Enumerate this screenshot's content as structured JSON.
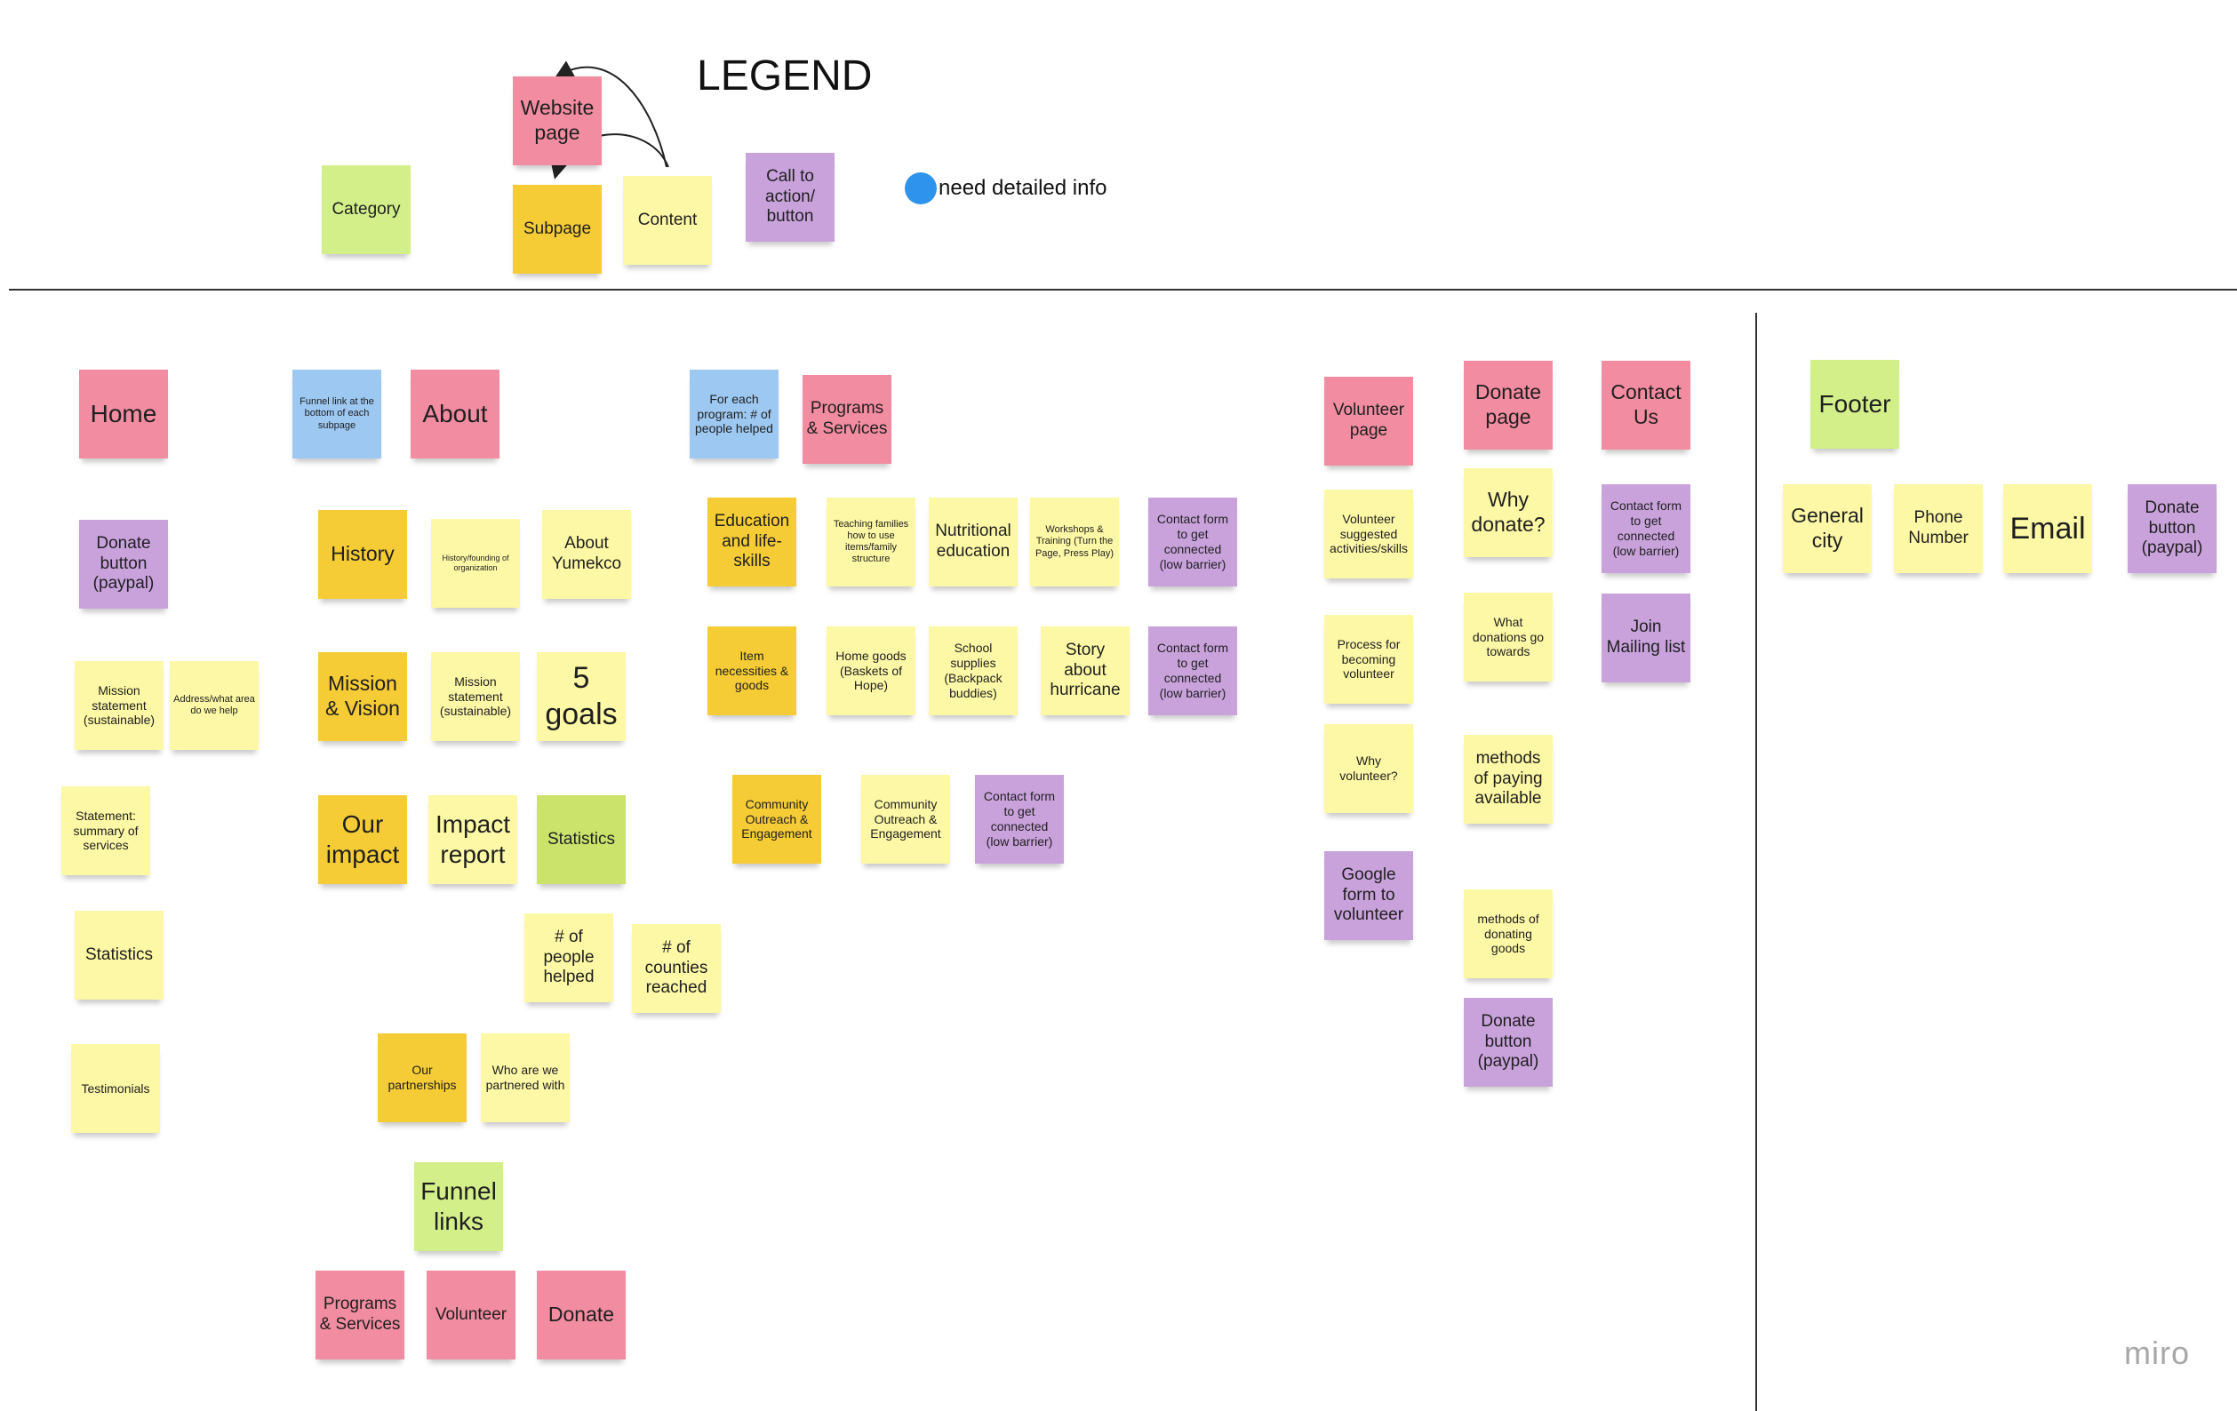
{
  "legend": {
    "title": "LEGEND",
    "website_page": "Website page",
    "category": "Category",
    "subpage": "Subpage",
    "content": "Content",
    "cta": "Call to action/ button",
    "info_label": "need detailed info"
  },
  "home": {
    "title": "Home",
    "donate_button": "Donate button (paypal)",
    "mission": "Mission statement (sustainable)",
    "address": "Address/what area do we help",
    "statement": "Statement: summary of services",
    "statistics": "Statistics",
    "testimonials": "Testimonials"
  },
  "about": {
    "funnel_note": "Funnel link at the bottom of each subpage",
    "title": "About",
    "history": "History",
    "history_founding": "History/founding of organization",
    "about_yumekco": "About Yumekco",
    "mission_vision": "Mission & Vision",
    "mission_statement": "Mission statement (sustainable)",
    "five_goals": "5 goals",
    "our_impact": "Our impact",
    "impact_report": "Impact report",
    "statistics": "Statistics",
    "people_helped": "# of people helped",
    "counties_reached": "# of counties reached",
    "our_partnerships": "Our partnerships",
    "who_partnered": "Who are we partnered with",
    "funnel_links": "Funnel links",
    "funnel_programs": "Programs & Services",
    "funnel_volunteer": "Volunteer",
    "funnel_donate": "Donate"
  },
  "programs": {
    "program_note": "For each program: # of people helped",
    "title": "Programs & Services",
    "education": "Education and life-skills",
    "teaching": "Teaching families how to use items/family structure",
    "nutritional": "Nutritional education",
    "workshops": "Workshops & Training (Turn the Page, Press Play)",
    "contact_edu": "Contact form to get connected (low barrier)",
    "item_necessities": "Item necessities & goods",
    "home_goods": "Home goods (Baskets of Hope)",
    "school_supplies": "School supplies (Backpack buddies)",
    "story": "Story about hurricane",
    "contact_items": "Contact form to get connected (low barrier)",
    "community_sub": "Community Outreach & Engagement",
    "community_content": "Community Outreach & Engagement",
    "contact_community": "Contact form to get connected (low barrier)"
  },
  "volunteer": {
    "title": "Volunteer page",
    "activities": "Volunteer suggested activities/skills",
    "process": "Process for becoming volunteer",
    "why": "Why volunteer?",
    "google_form": "Google form to volunteer"
  },
  "donate": {
    "title": "Donate page",
    "why": "Why donate?",
    "what_donations": "What donations go towards",
    "methods_paying": "methods of paying available",
    "methods_goods": "methods of donating goods",
    "donate_button": "Donate button (paypal)"
  },
  "contact": {
    "title": "Contact Us",
    "contact_form": "Contact form to get connected (low barrier)",
    "mailing_list": "Join Mailing list"
  },
  "footer": {
    "title": "Footer",
    "general_city": "General city",
    "phone": "Phone Number",
    "email": "Email",
    "donate_button": "Donate button (paypal)"
  },
  "watermark": "miro",
  "colors": {
    "website_page": "#f28ca0",
    "subpage": "#f5cc35",
    "content": "#fdf8a5",
    "category": "#d2ef8a",
    "call_to_action": "#c9a2dc",
    "annotation": "#9dc8f1",
    "info_dot": "#2d93ec"
  }
}
